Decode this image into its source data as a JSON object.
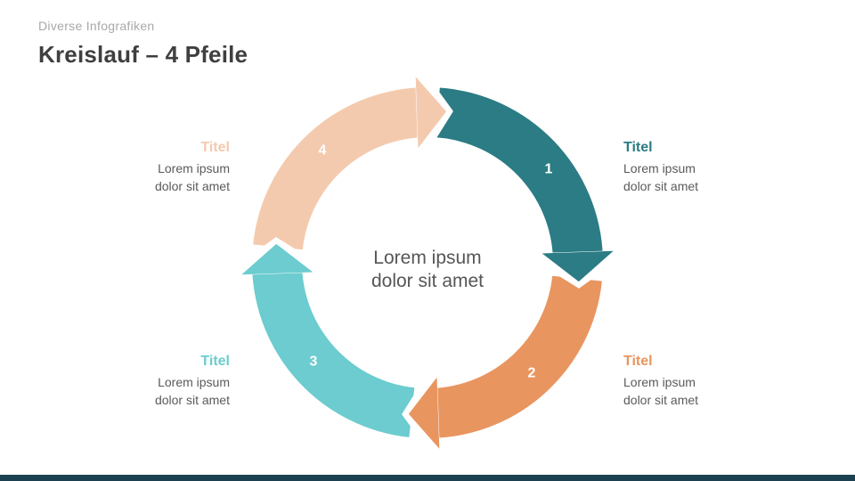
{
  "slide": {
    "eyebrow": "Diverse Infografiken",
    "title": "Kreislauf – 4 Pfeile",
    "center_text": "Lorem ipsum dolor sit amet"
  },
  "colors": {
    "step1": "#2B7C84",
    "step2": "#E9955F",
    "step3": "#6CCCCF",
    "step4": "#F4CAAE",
    "number_text": "#FFFFFF",
    "eyebrow_text": "#A8A8A8",
    "title_text": "#3F3F3F",
    "body_text": "#5A5A5A",
    "center_text": "#565656",
    "footer_bar": "#1C4050"
  },
  "steps": [
    {
      "number": "1",
      "title": "Titel",
      "description": "Lorem ipsum dolor sit amet",
      "color": "#2B7C84"
    },
    {
      "number": "2",
      "title": "Titel",
      "description": "Lorem ipsum dolor sit amet",
      "color": "#E9955F"
    },
    {
      "number": "3",
      "title": "Titel",
      "description": "Lorem ipsum dolor sit amet",
      "color": "#6CCCCF"
    },
    {
      "number": "4",
      "title": "Titel",
      "description": "Lorem ipsum dolor sit amet",
      "color": "#F4CAAE"
    }
  ]
}
